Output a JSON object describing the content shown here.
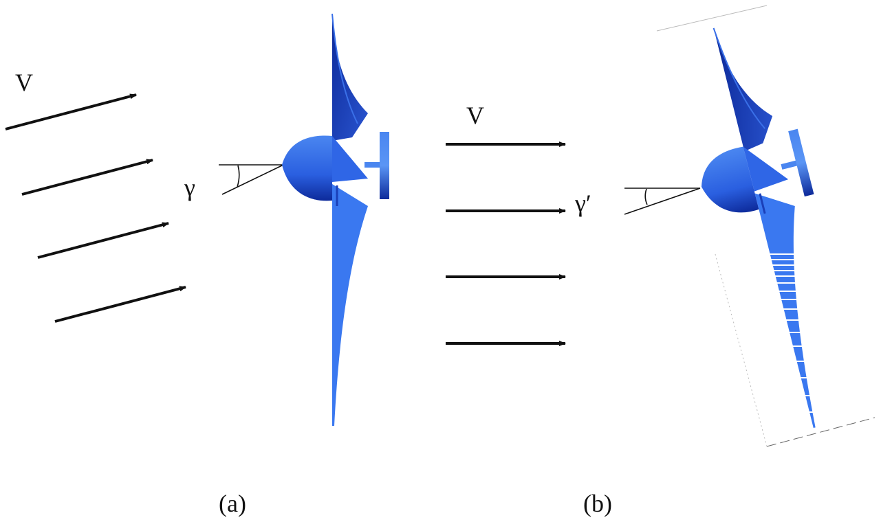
{
  "panel_a": {
    "velocity_label": "V",
    "angle_label": "γ",
    "caption": "(a)"
  },
  "panel_b": {
    "velocity_label": "V",
    "angle_label": "γ′",
    "caption": "(b)"
  },
  "colors": {
    "arrow": "#111111",
    "turbine_light": "#4a86f0",
    "turbine_mid": "#2a5fe0",
    "turbine_dark": "#0d2a9a"
  }
}
